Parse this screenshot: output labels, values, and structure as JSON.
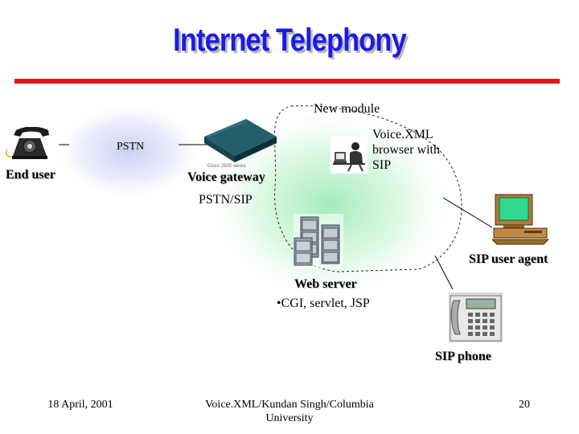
{
  "title": "Internet Telephony",
  "labels": {
    "new_module": "New module",
    "voicexml_browser": [
      "Voice.XML",
      "browser with",
      "SIP"
    ],
    "pstn": "PSTN",
    "end_user": "End user",
    "voice_gateway": "Voice gateway",
    "pstn_sip": "PSTN/SIP",
    "sip_user_agent": "SIP user agent",
    "web_server": "Web server",
    "web_server_detail": "•CGI, servlet, JSP",
    "sip_phone": "SIP phone",
    "gateway_device_caption": "Cisco 2500 series"
  },
  "footer": {
    "date": "18 April, 2001",
    "author": [
      "Voice.XML/Kundan Singh/Columbia",
      "University"
    ],
    "page": "20"
  },
  "colors": {
    "title": "#1c1ce0",
    "rule": "#e0161c",
    "pstn_glow": "#c8ccf4",
    "module_glow": "#b6f1c6"
  },
  "icons": [
    "telephone-icon",
    "gateway-router-icon",
    "person-at-computer-icon",
    "file-server-icon",
    "desktop-computer-icon",
    "ip-phone-icon"
  ]
}
